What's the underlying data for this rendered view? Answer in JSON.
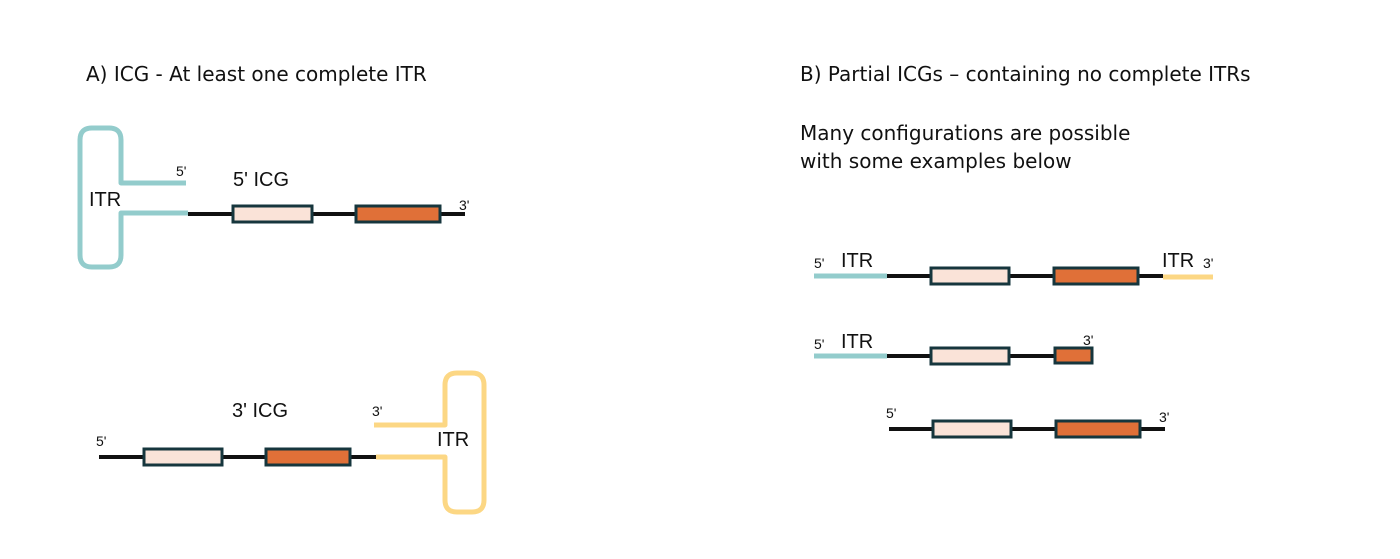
{
  "colors": {
    "itr_5prime": "#93cccc",
    "itr_3prime": "#fcd784",
    "backbone": "#111111",
    "box_light": "#fae3d8",
    "box_dark": "#e07038",
    "box_outline": "#16363d"
  },
  "panel_a": {
    "heading": "A) ICG  - At least one complete ITR",
    "five_prime_icg": {
      "title": "5' ICG",
      "itr_label": "ITR",
      "end_5": "5'",
      "end_3": "3'"
    },
    "three_prime_icg": {
      "title": "3' ICG",
      "itr_label": "ITR",
      "end_5": "5'",
      "end_3": "3'"
    }
  },
  "panel_b": {
    "heading": "B) Partial ICGs – containing no complete ITRs",
    "subtitle_line1": "Many configurations are possible",
    "subtitle_line2": "with some examples below",
    "example1": {
      "end_5": "5'",
      "itr_left": "ITR",
      "itr_right": "ITR",
      "end_3": "3'"
    },
    "example2": {
      "end_5": "5'",
      "itr_left": "ITR",
      "end_3": "3'"
    },
    "example3": {
      "end_5": "5'",
      "end_3": "3'"
    }
  }
}
